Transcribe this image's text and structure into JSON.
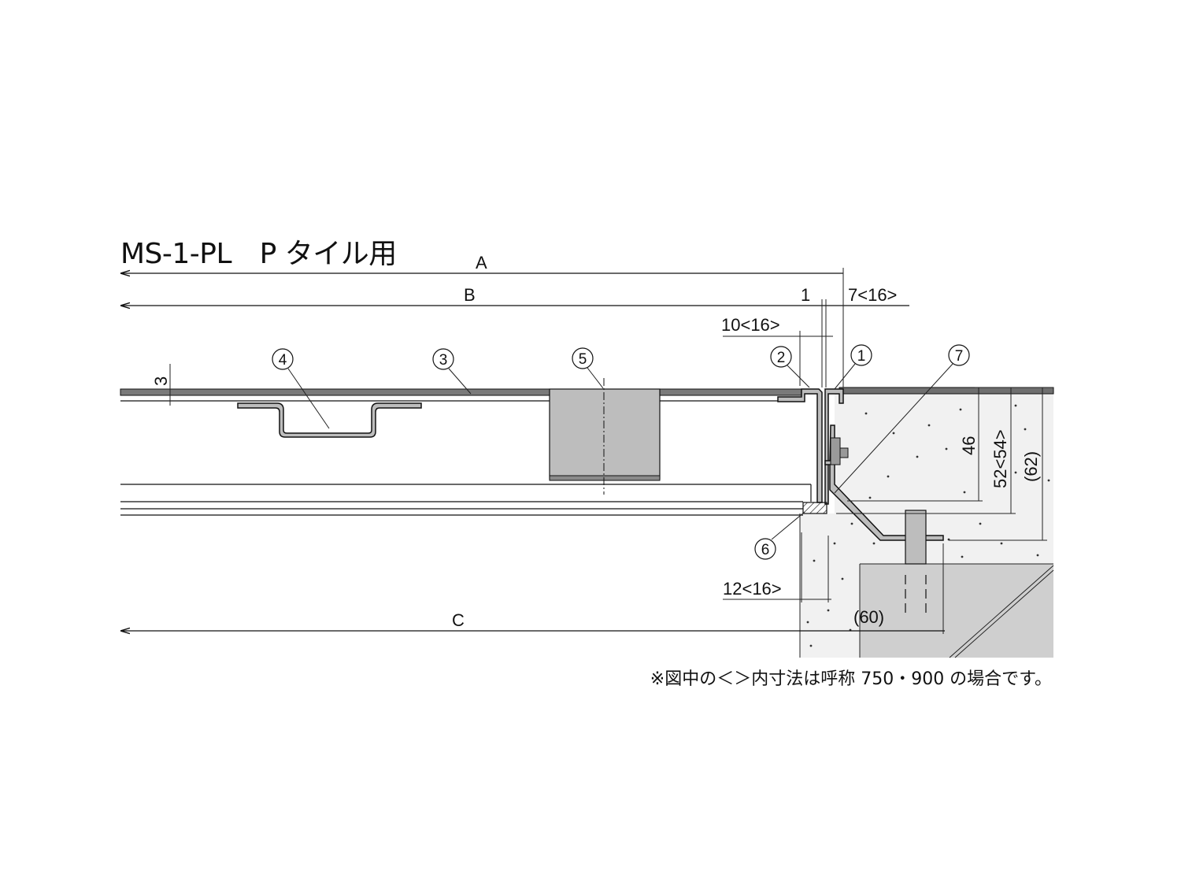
{
  "title": "MS-1-PL　P タイル用",
  "dimensions": {
    "a": "A",
    "b": "B",
    "c": "C",
    "one": "1",
    "seven": "7<16>",
    "ten": "10<16>",
    "three": "3",
    "forty_six": "46",
    "fifty_two": "52<54>",
    "sixty_two": "(62)",
    "twelve": "12<16>",
    "sixty": "(60)"
  },
  "callouts": [
    "1",
    "2",
    "3",
    "4",
    "5",
    "6",
    "7"
  ],
  "note": "※図中の＜＞内寸法は呼称 750・900 の場合です。"
}
